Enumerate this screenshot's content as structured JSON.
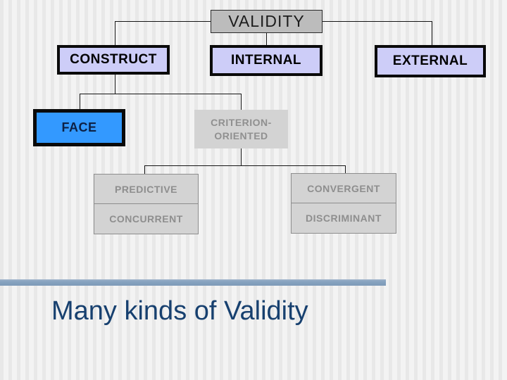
{
  "slide": {
    "title": "Many kinds of Validity"
  },
  "diagram": {
    "root": "VALIDITY",
    "level1": [
      "CONSTRUCT",
      "INTERNAL",
      "EXTERNAL"
    ],
    "face": "FACE",
    "criterion": {
      "line1": "CRITERION-",
      "line2": "ORIENTED"
    },
    "criterion_left": [
      "PREDICTIVE",
      "CONCURRENT"
    ],
    "criterion_right": [
      "CONVERGENT",
      "DISCRIMINANT"
    ]
  },
  "colors": {
    "root_fill": "#bcbcbc",
    "level1_fill": "#cdcdf8",
    "level1_border": "#0a0a0a",
    "face_fill": "#3399ff",
    "face_text": "#0d2145",
    "muted_fill": "#d3d3d3",
    "muted_text": "#8e8e8e",
    "title_text": "#17406f",
    "accent_line": "#87a3c0",
    "connector": "#151515"
  }
}
